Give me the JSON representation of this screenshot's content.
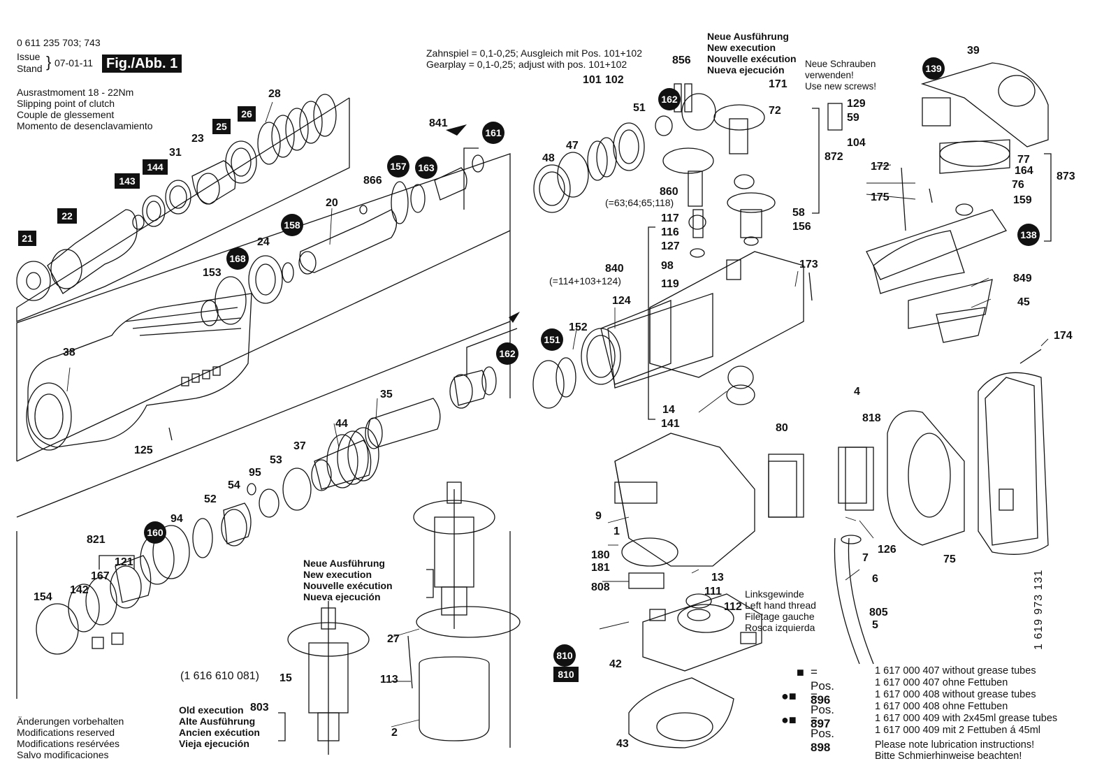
{
  "header": {
    "part_number": "0 611 235 703; 743",
    "issue_label": "Issue",
    "stand_label": "Stand",
    "issue_date": "07-01-11",
    "figure_title": "Fig./Abb. 1"
  },
  "clutch_note": [
    "Ausrastmoment 18 - 22Nm",
    "Slipping point of clutch",
    "Couple de glessement",
    "Momento de desenclavamiento"
  ],
  "gearplay_note": [
    "Zahnspiel = 0,1-0,25; Ausgleich mit Pos. 101+102",
    "Gearplay  = 0,1-0,25; adjust with pos. 101+102"
  ],
  "new_execution_top": [
    "Neue Ausführung",
    "New execution",
    "Nouvelle exécution",
    "Nueva ejecución"
  ],
  "new_screws_note": [
    "Neue Schrauben",
    "verwenden!",
    "Use new screws!"
  ],
  "new_execution_armature": [
    "Neue Ausführung",
    "New execution",
    "Nouvelle exécution",
    "Nueva ejecución"
  ],
  "old_execution_armature": [
    "Old execution",
    "Alte Ausführung",
    "Ancien exécution",
    "Vieja ejecución"
  ],
  "old_execution_part": "803",
  "armature_ref": "(1 616 610 081)",
  "left_hand_thread": [
    "Linksgewinde",
    "Left hand thread",
    "Filetage gauche",
    "Rosca izquierda"
  ],
  "modifications_note": [
    "Änderungen vorbehalten",
    "Modifications reserved",
    "Modifications resérvées",
    "Salvo modificaciones"
  ],
  "subassembly_notes": {
    "bearing_set": "(=63;64;65;118)",
    "gear_set": "(=114+103+124)"
  },
  "drawing_number": "1 619 973 131",
  "legend": [
    {
      "marks": "■",
      "eq": "= Pos.",
      "pos": "896",
      "lines": [
        "1 617 000 407 without grease tubes",
        "1 617 000 407 ohne Fettuben"
      ]
    },
    {
      "marks": "●■",
      "eq": "= Pos.",
      "pos": "897",
      "lines": [
        "1 617 000 408 without grease tubes",
        "1 617 000 408 ohne Fettuben"
      ]
    },
    {
      "marks": "●■",
      "eq": "= Pos.",
      "pos": "898",
      "lines": [
        "1 617 000 409 with 2x45ml grease tubes",
        "1 617 000 409 mit 2 Fettuben á 45ml"
      ]
    }
  ],
  "lubrication_note": [
    "Please note lubrication instructions!",
    "Bitte Schmierhinweise beachten!"
  ],
  "square_badges": [
    "21",
    "22",
    "143",
    "144",
    "25",
    "26",
    "810"
  ],
  "circle_badges": [
    "168",
    "158",
    "157",
    "163",
    "161",
    "162",
    "151",
    "160",
    "139",
    "138",
    "810"
  ],
  "part_labels": [
    "28",
    "23",
    "31",
    "24",
    "153",
    "20",
    "866",
    "841",
    "38",
    "125",
    "35",
    "44",
    "37",
    "53",
    "95",
    "54",
    "52",
    "94",
    "821",
    "121",
    "167",
    "142",
    "154",
    "152",
    "27",
    "113",
    "15",
    "2",
    "48",
    "47",
    "101",
    "102",
    "51",
    "856",
    "171",
    "72",
    "860",
    "117",
    "116",
    "127",
    "98",
    "119",
    "840",
    "124",
    "14",
    "141",
    "129",
    "104",
    "59",
    "58",
    "156",
    "872",
    "173",
    "39",
    "172",
    "175",
    "77",
    "164",
    "76",
    "873",
    "159",
    "849",
    "45",
    "174",
    "4",
    "818",
    "80",
    "9",
    "1",
    "180",
    "181",
    "808",
    "13",
    "111",
    "112",
    "42",
    "43",
    "126",
    "7",
    "6",
    "805",
    "5",
    "75"
  ],
  "colors": {
    "ink": "#111111",
    "paper": "#ffffff"
  }
}
